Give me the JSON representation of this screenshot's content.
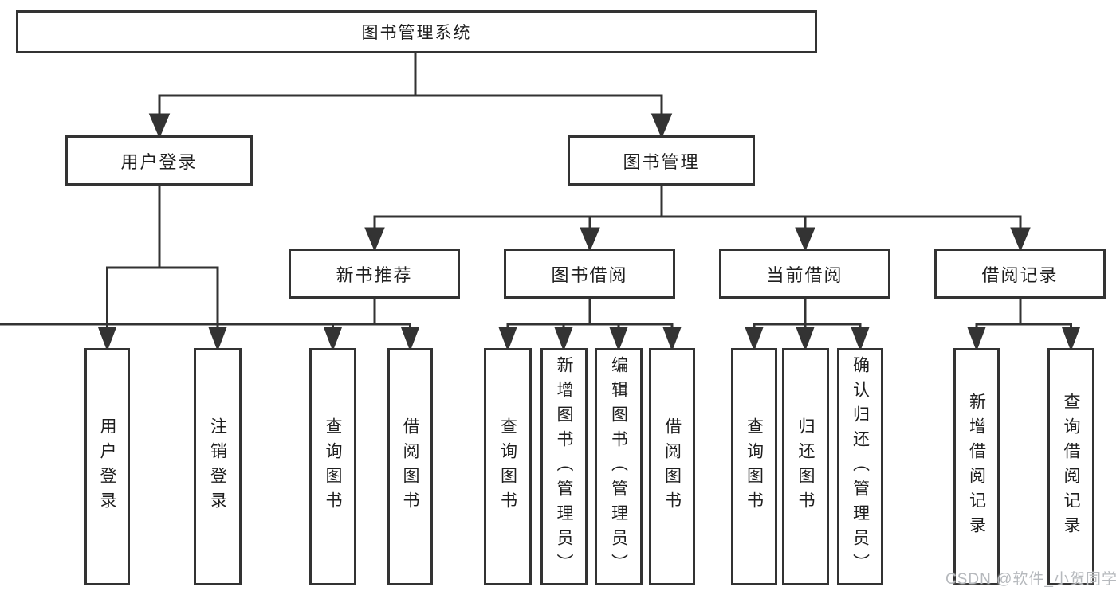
{
  "diagram_title": "图书管理系统",
  "nodes": {
    "root": {
      "label": "图书管理系统"
    },
    "user_login": {
      "label": "用户登录"
    },
    "book_management": {
      "label": "图书管理"
    },
    "new_book_recommend": {
      "label": "新书推荐"
    },
    "book_borrow": {
      "label": "图书借阅"
    },
    "current_borrow": {
      "label": "当前借阅"
    },
    "borrow_records": {
      "label": "借阅记录"
    },
    "leaf_user_login": {
      "label": "用户登录"
    },
    "leaf_logout": {
      "label": "注销登录"
    },
    "leaf_query_book_1": {
      "label": "查询图书"
    },
    "leaf_borrow_book_1": {
      "label": "借阅图书"
    },
    "leaf_query_book_2": {
      "label": "查询图书"
    },
    "leaf_add_book_admin": {
      "label": "新增图书（管理员）"
    },
    "leaf_edit_book_admin": {
      "label": "编辑图书（管理员）"
    },
    "leaf_borrow_book_2": {
      "label": "借阅图书"
    },
    "leaf_query_book_3": {
      "label": "查询图书"
    },
    "leaf_return_book": {
      "label": "归还图书"
    },
    "leaf_confirm_return_admin": {
      "label": "确认归还（管理员）"
    },
    "leaf_add_borrow_record": {
      "label": "新增借阅记录"
    },
    "leaf_query_borrow_record": {
      "label": "查询借阅记录"
    }
  },
  "hierarchy": {
    "图书管理系统": {
      "用户登录": [
        "用户登录",
        "注销登录"
      ],
      "图书管理": {
        "新书推荐": [
          "查询图书",
          "借阅图书"
        ],
        "图书借阅": [
          "查询图书",
          "新增图书（管理员）",
          "编辑图书（管理员）",
          "借阅图书"
        ],
        "当前借阅": [
          "查询图书",
          "归还图书",
          "确认归还（管理员）"
        ],
        "借阅记录": [
          "新增借阅记录",
          "查询借阅记录"
        ]
      }
    }
  },
  "watermark": "CSDN @软件_小贺同学",
  "colors": {
    "line": "#333333",
    "border": "#333333",
    "text": "#1f1f1f",
    "watermark": "#b6b9bd",
    "background": "#ffffff"
  }
}
